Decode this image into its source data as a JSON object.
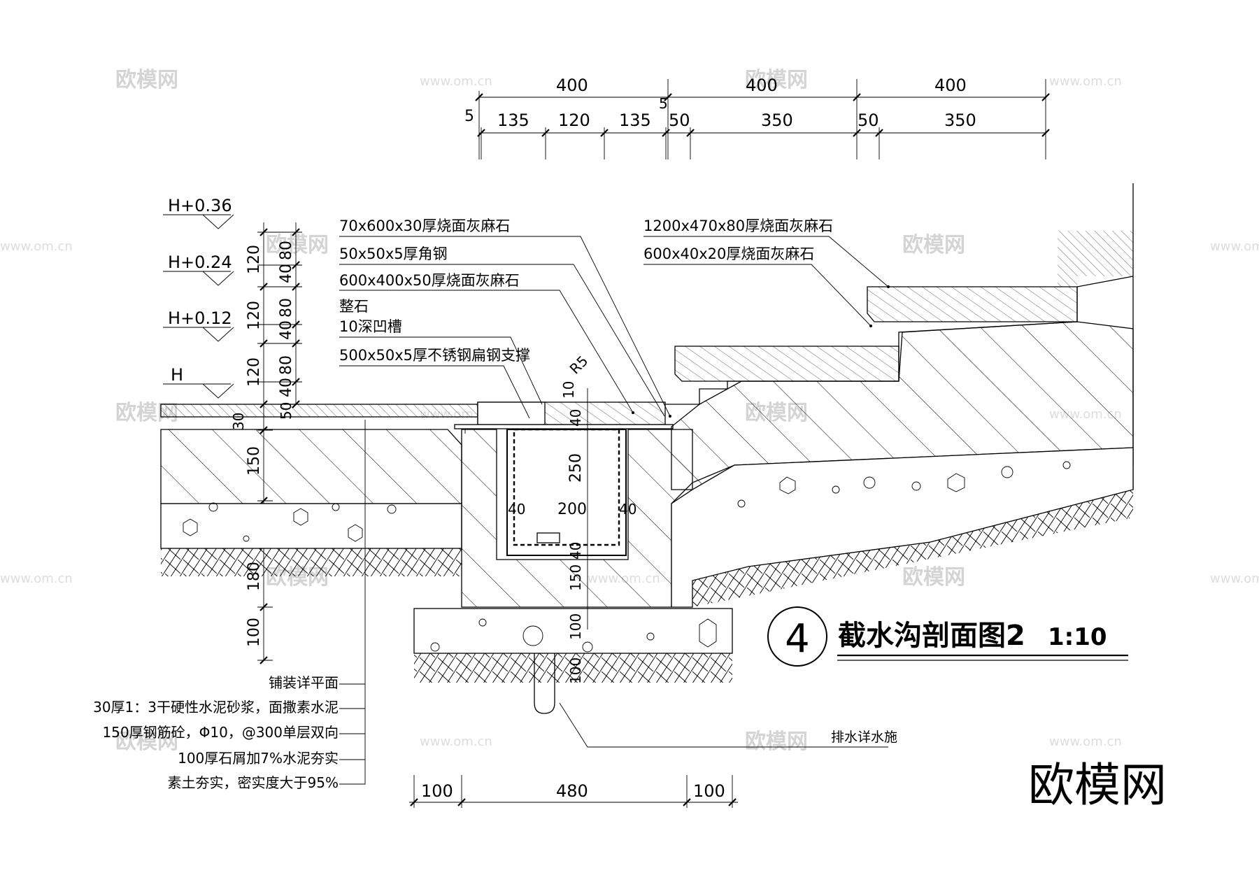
{
  "watermarks": {
    "brand": "欧模网",
    "site": "www.om.cn",
    "big": "欧模网"
  },
  "top_dims": {
    "row1": [
      "400",
      "400",
      "400"
    ],
    "row2": [
      "5",
      "135",
      "120",
      "135",
      "5",
      "50",
      "350",
      "50",
      "350"
    ]
  },
  "levels": [
    "H+0.36",
    "H+0.24",
    "H+0.12",
    "H"
  ],
  "left_dims_a": [
    "120",
    "120",
    "120",
    "30",
    "150",
    "100",
    "180",
    "100"
  ],
  "left_dims_b": [
    "80",
    "40",
    "80",
    "40",
    "80",
    "40",
    "50"
  ],
  "inner_dims": [
    "R5",
    "10",
    "40",
    "250",
    "40",
    "200",
    "40",
    "40",
    "150",
    "100",
    "100"
  ],
  "callouts_top": [
    "70x600x30厚烧面灰麻石",
    "50x50x5厚角钢",
    "600x400x50厚烧面灰麻石",
    "整石",
    "10深凹槽",
    "500x50x5厚不锈钢扁钢支撑"
  ],
  "callouts_right": [
    "1200x470x80厚烧面灰麻石",
    "600x40x20厚烧面灰麻石"
  ],
  "layers": [
    "铺装详平面",
    "30厚1：3干硬性水泥砂浆，面撒素水泥",
    "150厚钢筋砼，Φ10，@300单层双向",
    "100厚石屑加7%水泥夯实",
    "素土夯实，密实度大于95%"
  ],
  "drain_note": "排水详水施",
  "bottom_dims": [
    "100",
    "480",
    "100"
  ],
  "title": {
    "number": "4",
    "text": "截水沟剖面图2",
    "scale": "1:10"
  }
}
